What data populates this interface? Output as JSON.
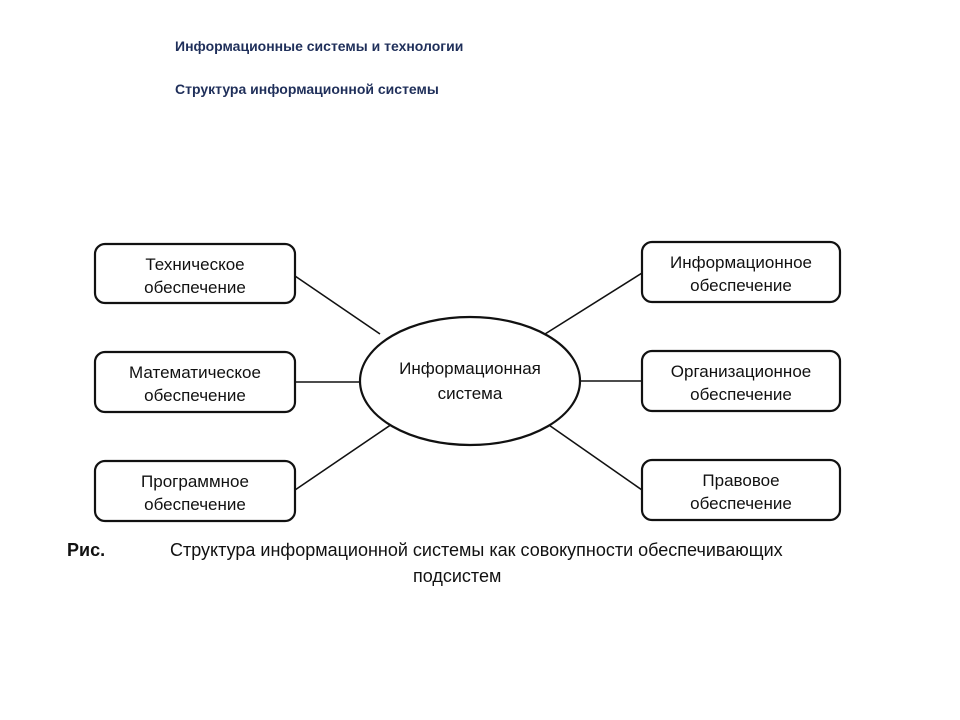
{
  "header": {
    "title": "Информационные системы и технологии",
    "subtitle": "Структура информационной системы"
  },
  "diagram": {
    "center": {
      "line1": "Информационная",
      "line2": "система"
    },
    "left_boxes": [
      {
        "line1": "Техническое",
        "line2": "обеспечение"
      },
      {
        "line1": "Математическое",
        "line2": "обеспечение"
      },
      {
        "line1": "Программное",
        "line2": "обеспечение"
      }
    ],
    "right_boxes": [
      {
        "line1": "Информационное",
        "line2": "обеспечение"
      },
      {
        "line1": "Организационное",
        "line2": "обеспечение"
      },
      {
        "line1": "Правовое",
        "line2": "обеспечение"
      }
    ]
  },
  "caption": {
    "label": "Рис.",
    "line1": "Структура информационной системы как совокупности обеспечивающих",
    "line2": "подсистем"
  }
}
